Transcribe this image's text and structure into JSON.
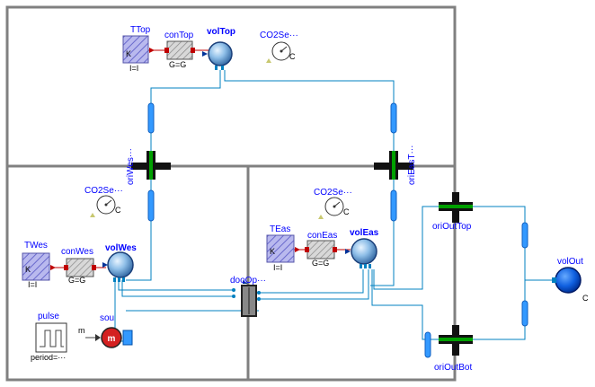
{
  "components": {
    "TTop": {
      "name": "TTop",
      "param": "I=I",
      "port": "K"
    },
    "conTop": {
      "name": "conTop",
      "param": "G=G"
    },
    "volTop": {
      "name": "volTop"
    },
    "CO2SenTop": {
      "name": "CO2Se···",
      "unit": "C"
    },
    "oriWesTop": {
      "name": "oriWes···"
    },
    "oriEasTop": {
      "name": "oriEasT···"
    },
    "CO2SenWes": {
      "name": "CO2Se···",
      "unit": "C"
    },
    "TWes": {
      "name": "TWes",
      "param": "I=I",
      "port": "K"
    },
    "conWes": {
      "name": "conWes",
      "param": "G=G"
    },
    "volWes": {
      "name": "volWes"
    },
    "pulse": {
      "name": "pulse",
      "param": "period=···"
    },
    "sou": {
      "name": "sou",
      "port": "m"
    },
    "dooOpeClo": {
      "name": "dooOp···"
    },
    "CO2SenEas": {
      "name": "CO2Se···",
      "unit": "C"
    },
    "TEas": {
      "name": "TEas",
      "param": "I=I",
      "port": "K"
    },
    "conEas": {
      "name": "conEas",
      "param": "G=G"
    },
    "volEas": {
      "name": "volEas"
    },
    "oriOutTop": {
      "name": "oriOutTop"
    },
    "oriOutBot": {
      "name": "oriOutBot"
    },
    "volOut": {
      "name": "volOut",
      "unit": "C"
    }
  },
  "colors": {
    "wall": "#808080",
    "connector_fluid": "#0080c0",
    "connector_heat": "#c00000",
    "pipe": "#3399ff",
    "orifice_flange": "#008000",
    "label": "#0000ff"
  }
}
